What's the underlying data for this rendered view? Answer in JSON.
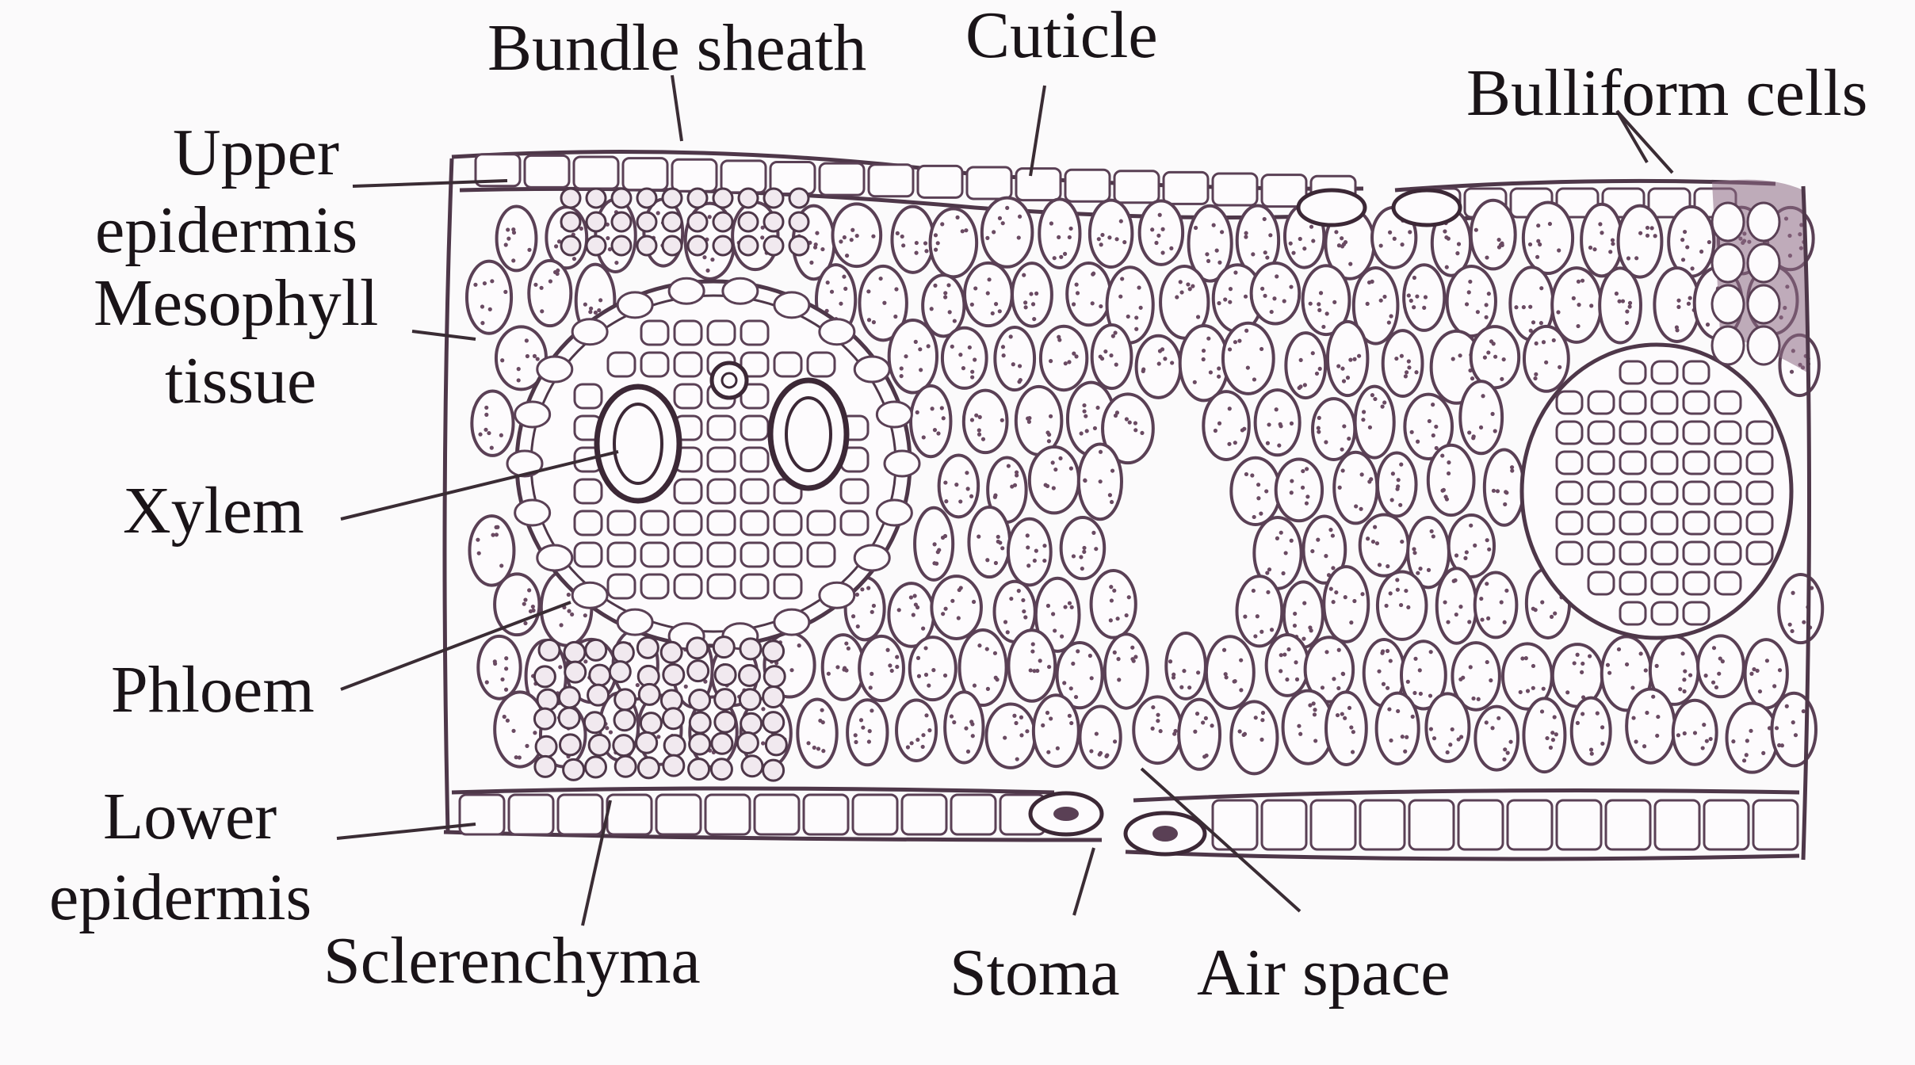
{
  "diagram": {
    "labels": {
      "bundle_sheath": "Bundle sheath",
      "cuticle": "Cuticle",
      "bulliform_cells": "Bulliform cells",
      "upper_epidermis_1": "Upper",
      "upper_epidermis_2": "epidermis",
      "mesophyll_1": "Mesophyll",
      "mesophyll_2": "tissue",
      "xylem": "Xylem",
      "phloem": "Phloem",
      "lower_epidermis_1": "Lower",
      "lower_epidermis_2": "epidermis",
      "sclerenchyma": "Sclerenchyma",
      "stoma": "Stoma",
      "air_space": "Air space"
    }
  }
}
